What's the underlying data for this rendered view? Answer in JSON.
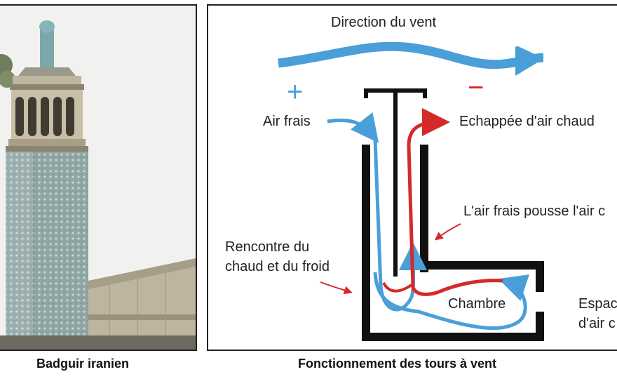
{
  "photo": {
    "caption": "Badguir iranien"
  },
  "diagram": {
    "caption": "Fonctionnement des tours à vent",
    "wind_direction_label": "Direction du vent",
    "plus_sign": "+",
    "minus_sign": "−",
    "fresh_air_label": "Air frais",
    "hot_air_exit_label": "Echappée d'air chaud",
    "push_label": "L'air frais pousse l'air c",
    "meeting_label_line1": "Rencontre du",
    "meeting_label_line2": "chaud et du froid",
    "chamber_label": "Chambre",
    "space_label_line1": "Espac",
    "space_label_line2": "d'air c",
    "colors": {
      "cold_air": "#4a9fd8",
      "hot_air": "#d42a2a",
      "structure": "#111111"
    }
  }
}
